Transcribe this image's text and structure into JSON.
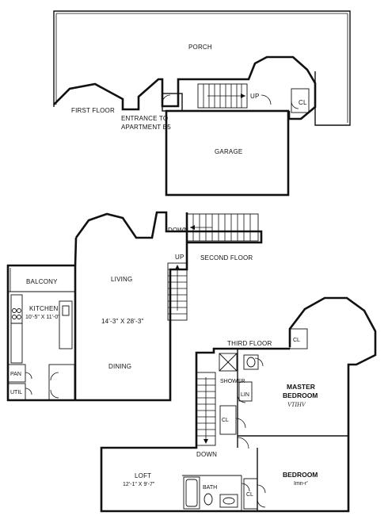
{
  "floors": {
    "first": {
      "label": "FIRST FLOOR",
      "rooms": {
        "porch": "PORCH",
        "entrance_line1": "ENTRANCE TO",
        "entrance_line2": "APARTMENT B5",
        "garage": "GARAGE",
        "up": "UP",
        "closet": "CL"
      }
    },
    "second": {
      "label": "SECOND FLOOR",
      "rooms": {
        "down": "DOWN",
        "up": "UP",
        "living": "LIVING",
        "living_dims": "14'-3\" X 28'-3\"",
        "dining": "DINING",
        "balcony": "BALCONY",
        "kitchen": "KITCHEN",
        "kitchen_dims": "10'-5\" X 11'-0\"",
        "pantry": "PAN",
        "utility": "UTIL"
      }
    },
    "third": {
      "label": "THIRD FLOOR",
      "rooms": {
        "closet_top": "CL",
        "shower": "SHOWER",
        "linen": "LIN",
        "master_line1": "MASTER",
        "master_line2": "BEDROOM",
        "master_dims": "VTIHV",
        "closet_mid": "CL",
        "down": "DOWN",
        "loft": "LOFT",
        "loft_dims": "12'-1\" X 9'-7\"",
        "bath": "BATH",
        "closet_bottom": "CL",
        "bedroom": "BEDROOM",
        "bedroom_dims": "Imn-r'"
      }
    }
  }
}
